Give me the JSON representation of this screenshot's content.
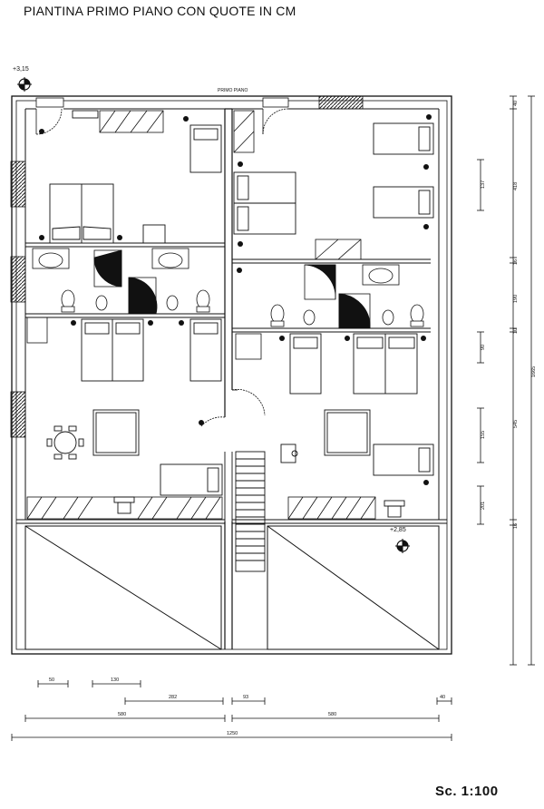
{
  "title": "PIANTINA PRIMO PIANO CON QUOTE IN CM",
  "plan_label": "PRIMO PIANO",
  "levels": {
    "upper": "+3,15",
    "lower": "+2,85"
  },
  "scale": "Sc. 1:100",
  "dimensions": {
    "horizontal": {
      "d50": "50",
      "d130": "130",
      "d282": "282",
      "d93": "93",
      "d40": "40",
      "d580_left": "580",
      "d580_right": "580",
      "total": "1250"
    },
    "vertical_outer": {
      "v40": "40",
      "v418": "418",
      "v16": "16",
      "v10": "10",
      "v545": "545",
      "v16b": "16",
      "total": "1665"
    },
    "vertical_inner": {
      "v137": "137",
      "v190": "190",
      "v90": "90",
      "v155": "155",
      "v201": "201"
    }
  }
}
